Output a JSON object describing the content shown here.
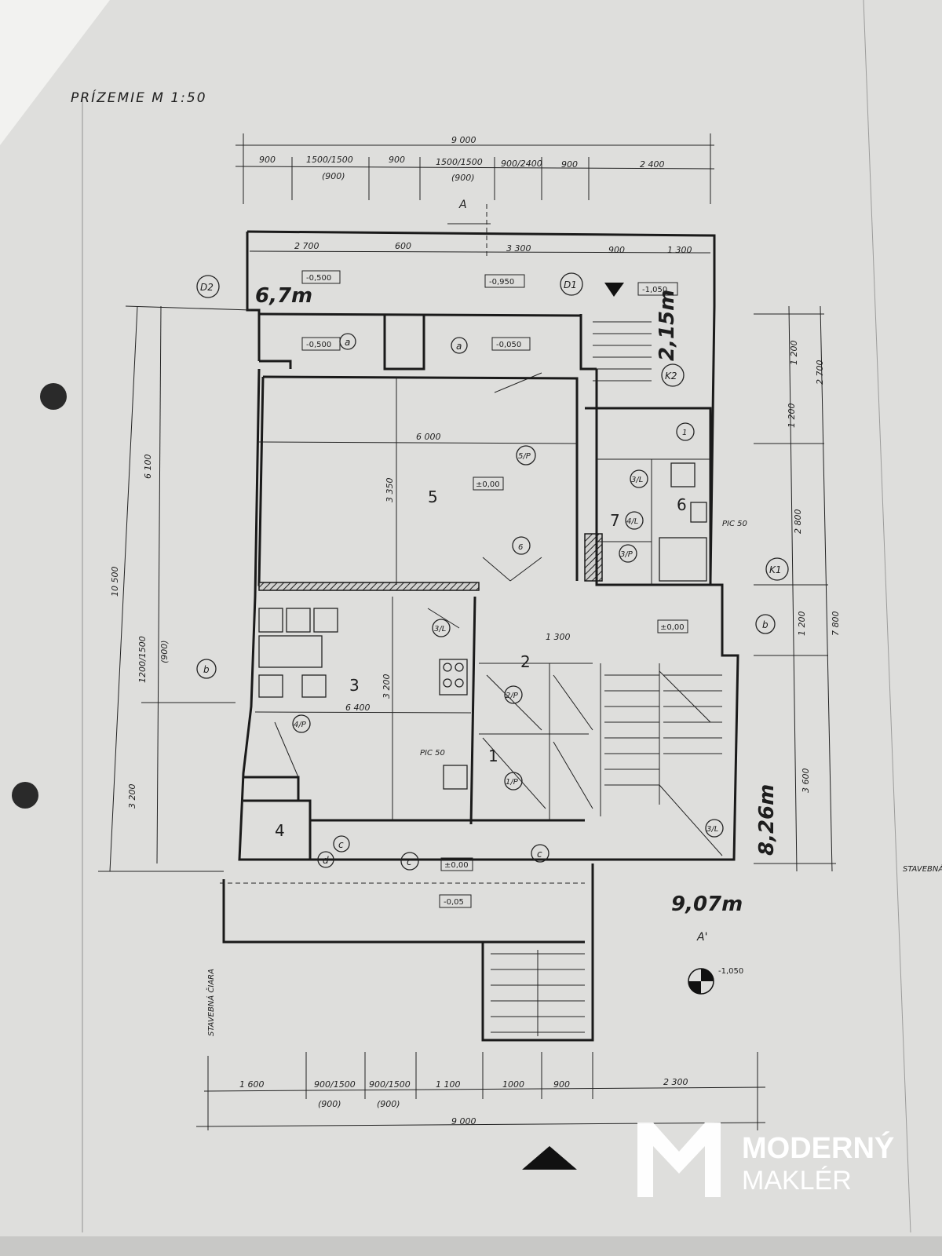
{
  "plan": {
    "title": "PRÍZEMIE  M 1:50",
    "top_dims": {
      "overall": "9 000",
      "segments": [
        "900",
        "1500/1500",
        "900",
        "1500/1500",
        "900/2400",
        "900",
        "2 400"
      ],
      "sub": [
        "(900)",
        "(900)"
      ]
    },
    "upper_dims": [
      "2 700",
      "600",
      "3 300",
      "900",
      "1 300"
    ],
    "bottom_dims": {
      "overall": "9 000",
      "segments": [
        "1 600",
        "900/1500",
        "900/1500",
        "1 100",
        "1000",
        "900",
        "2 300"
      ],
      "sub": [
        "(900)",
        "(900)"
      ]
    },
    "left_dims": [
      "10 500",
      "6 100",
      "1200/1500",
      "(900)",
      "3 200"
    ],
    "right_dims": [
      "1 200",
      "2 700",
      "1 200",
      "2 800",
      "1 200",
      "7 800",
      "3 600"
    ],
    "section": {
      "top": "A",
      "bottom": "A'"
    },
    "rooms": [
      {
        "id": "1",
        "label": "1"
      },
      {
        "id": "2",
        "label": "2"
      },
      {
        "id": "3",
        "label": "3"
      },
      {
        "id": "4",
        "label": "4"
      },
      {
        "id": "5",
        "label": "5"
      },
      {
        "id": "6",
        "label": "6"
      },
      {
        "id": "7",
        "label": "7"
      }
    ],
    "levels": [
      "-0,500",
      "-0,950",
      "-1,050",
      "-0,500",
      "-0,050",
      "±0,00",
      "±0,00",
      "±0,00",
      "-0,05",
      "-1,050"
    ],
    "markers": [
      "D2",
      "D1",
      "K2",
      "K1",
      "a",
      "a",
      "b",
      "b",
      "c",
      "c",
      "c",
      "d"
    ],
    "door_tags": [
      "5/P",
      "6",
      "3/L",
      "2/P",
      "1/P",
      "4/P",
      "3/L",
      "3/P",
      "4/L",
      "3/L",
      "1"
    ],
    "annotations": {
      "hand_a": "6,7m",
      "hand_b": "2,15m",
      "hand_c": "8,26m",
      "hand_d": "9,07m",
      "room5_w": "6 000",
      "room5_h": "3 350",
      "room3_w": "6 400",
      "room3_h": "3 200",
      "hall_w": "1 300",
      "stove": "PIC 50",
      "stove2": "PIC 50",
      "line_label": "STAVEBNÁ ČIARA",
      "edge_label": "STAVEBNÁ"
    }
  },
  "brand": {
    "line1": "MODERNÝ",
    "line2": "MAKLÉR",
    "color": "#ffffff"
  }
}
